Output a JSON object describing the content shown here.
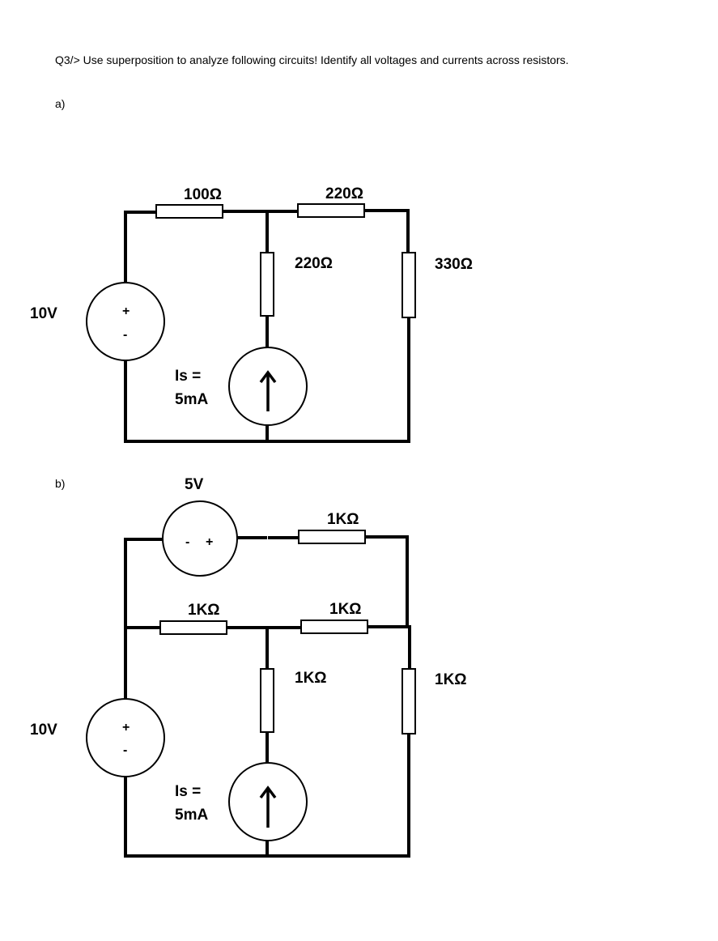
{
  "question": "Q3/> Use superposition to analyze following circuits! Identify all voltages and currents across resistors.",
  "part_a": {
    "label": "a)",
    "r_top_left": "100Ω",
    "r_top_right": "220Ω",
    "r_middle": "220Ω",
    "r_right": "330Ω",
    "v_source": "10V",
    "v_plus": "+",
    "v_minus": "-",
    "i_source_line1": "Is =",
    "i_source_line2": "5mA"
  },
  "part_b": {
    "label": "b)",
    "v5_label": "5V",
    "v5_minus": "-",
    "v5_plus": "+",
    "r_top": "1KΩ",
    "r_mid_left": "1KΩ",
    "r_mid_right": "1KΩ",
    "r_middle": "1KΩ",
    "r_right": "1KΩ",
    "v_source": "10V",
    "v_plus": "+",
    "v_minus": "-",
    "i_source_line1": "Is =",
    "i_source_line2": "5mA"
  }
}
